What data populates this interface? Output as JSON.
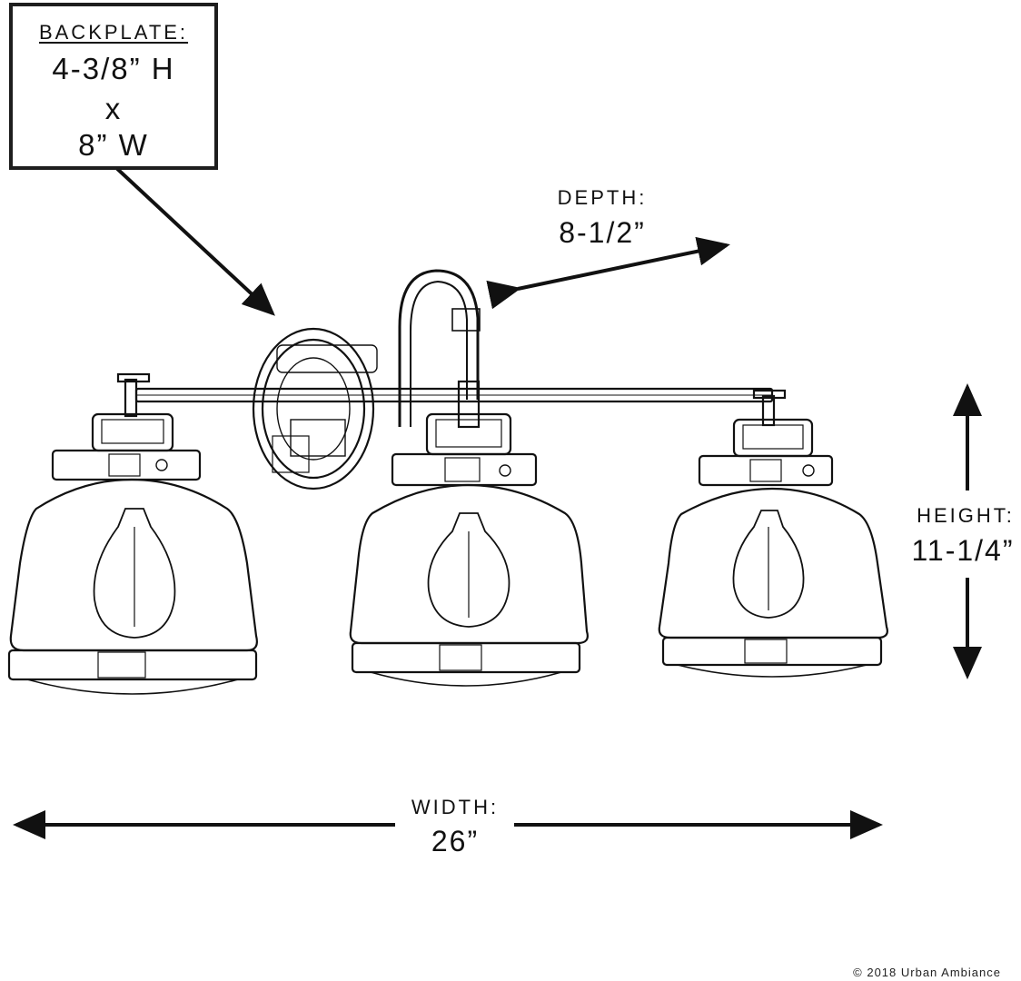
{
  "backplate": {
    "title": "BACKPLATE:",
    "height": "4-3/8” H",
    "times": "x",
    "width": "8” W"
  },
  "depth": {
    "label": "DEPTH:",
    "value": "8-1/2”"
  },
  "height_dim": {
    "label": "HEIGHT:",
    "value": "11-1/4”"
  },
  "width_dim": {
    "label": "WIDTH:",
    "value": "26”"
  },
  "copyright": "© 2018 Urban Ambiance",
  "colors": {
    "ink": "#111111",
    "frame": "#1e1e1e",
    "background": "#ffffff"
  }
}
